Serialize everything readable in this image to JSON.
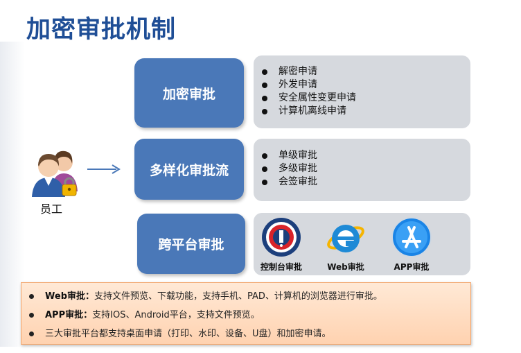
{
  "title": "加密审批机制",
  "employee_label": "员工",
  "sections": [
    {
      "label": "加密审批",
      "items": [
        "解密申请",
        "外发申请",
        "安全属性变更申请",
        "计算机离线申请"
      ]
    },
    {
      "label": "多样化审批流",
      "items": [
        "单级审批",
        "多级审批",
        "会签审批"
      ]
    },
    {
      "label": "跨平台审批"
    }
  ],
  "apps": [
    {
      "label": "控制台审批",
      "icon": "console-icon"
    },
    {
      "label": "Web审批",
      "icon": "ie-icon"
    },
    {
      "label": "APP审批",
      "icon": "appstore-icon"
    }
  ],
  "notes": [
    {
      "bold": "Web审批：",
      "text": "支持文件预览、下载功能，支持手机、PAD、计算机的浏览器进行审批。"
    },
    {
      "bold": "APP审批：",
      "text": "支持IOS、Android平台，支持文件预览。"
    },
    {
      "bold": "",
      "text": "三大审批平台都支持桌面申请（打印、水印、设备、U盘）和加密申请。"
    }
  ],
  "colors": {
    "title": "#1f4e96",
    "box": "#4a78b8",
    "panel": "#d6d9de",
    "notes_bg": "#ffd8b8"
  }
}
